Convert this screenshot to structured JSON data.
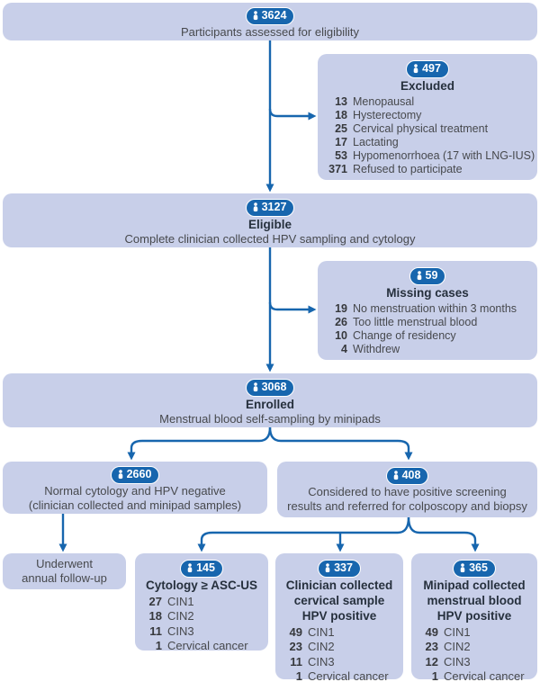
{
  "colors": {
    "box_fill": "#c8cfe9",
    "accent_blue": "#1766ae",
    "heading_text": "#26303d",
    "body_text": "#47494d",
    "badge_text": "#ffffff",
    "background": "#ffffff"
  },
  "boxes": {
    "assessed": {
      "badge": "3624",
      "line": "Participants assessed for eligibility"
    },
    "excluded": {
      "badge": "497",
      "title": "Excluded",
      "items": [
        {
          "n": "13",
          "label": "Menopausal"
        },
        {
          "n": "18",
          "label": "Hysterectomy"
        },
        {
          "n": "25",
          "label": "Cervical physical treatment"
        },
        {
          "n": "17",
          "label": "Lactating"
        },
        {
          "n": "53",
          "label": "Hypomenorrhoea (17 with LNG-IUS)"
        },
        {
          "n": "371",
          "label": "Refused to participate"
        }
      ]
    },
    "eligible": {
      "badge": "3127",
      "title": "Eligible",
      "line": "Complete clinician collected HPV sampling and cytology"
    },
    "missing": {
      "badge": "59",
      "title": "Missing cases",
      "items": [
        {
          "n": "19",
          "label": "No menstruation within 3 months"
        },
        {
          "n": "26",
          "label": "Too little menstrual blood"
        },
        {
          "n": "10",
          "label": "Change of residency"
        },
        {
          "n": "4",
          "label": "Withdrew"
        }
      ]
    },
    "enrolled": {
      "badge": "3068",
      "title": "Enrolled",
      "line": "Menstrual blood self-sampling by minipads"
    },
    "negative": {
      "badge": "2660",
      "line1": "Normal cytology and HPV negative",
      "line2": "(clinician collected and minipad samples)"
    },
    "positive": {
      "badge": "408",
      "line1": "Considered to have positive screening",
      "line2": "results and referred for colposcopy and biopsy"
    },
    "followup": {
      "line1": "Underwent",
      "line2": "annual follow-up"
    },
    "cytology": {
      "badge": "145",
      "title": "Cytology ≥ ASC-US",
      "items": [
        {
          "n": "27",
          "label": "CIN1"
        },
        {
          "n": "18",
          "label": "CIN2"
        },
        {
          "n": "11",
          "label": "CIN3"
        },
        {
          "n": "1",
          "label": "Cervical cancer"
        }
      ]
    },
    "clinician": {
      "badge": "337",
      "title1": "Clinician collected",
      "title2": "cervical sample",
      "title3": "HPV positive",
      "items": [
        {
          "n": "49",
          "label": "CIN1"
        },
        {
          "n": "23",
          "label": "CIN2"
        },
        {
          "n": "11",
          "label": "CIN3"
        },
        {
          "n": "1",
          "label": "Cervical cancer"
        }
      ]
    },
    "minipad": {
      "badge": "365",
      "title1": "Minipad collected",
      "title2": "menstrual blood",
      "title3": "HPV positive",
      "items": [
        {
          "n": "49",
          "label": "CIN1"
        },
        {
          "n": "23",
          "label": "CIN2"
        },
        {
          "n": "12",
          "label": "CIN3"
        },
        {
          "n": "1",
          "label": "Cervical cancer"
        }
      ]
    }
  }
}
